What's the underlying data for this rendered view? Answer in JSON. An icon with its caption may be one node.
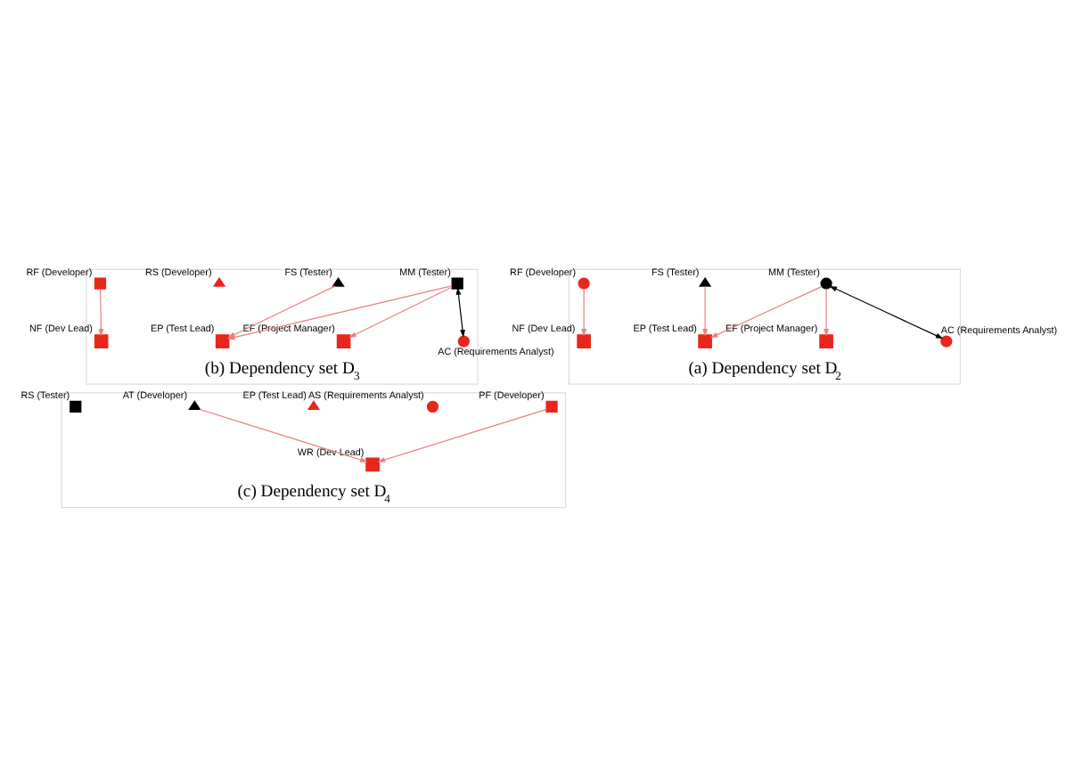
{
  "diagram": {
    "nodes": [
      {
        "text": [
          "(a) Dependency set D$_{2}$"
        ]
      },
      {
        "text": [
          "EF (Project Manager)"
        ],
        "in": 0
      },
      {
        "text": [
          "AC (Requirements Analyst)"
        ],
        "in": 0
      },
      {
        "text": [
          "MM (Tester)"
        ],
        "in": 0
      },
      {
        "text": [
          "RF (Developer)"
        ],
        "in": 0
      },
      {
        "text": [
          "FS (Tester)"
        ],
        "in": 0
      },
      {
        "text": [
          "NF (Dev Lead)"
        ],
        "in": 0
      },
      {
        "text": [
          "EP (Test Lead)"
        ],
        "in": 0
      },
      {
        "text": [
          "(b) Dependency set D$_{3}$"
        ]
      },
      {
        "text": [
          "EF (Project Manager)"
        ],
        "in": 8
      },
      {
        "text": [
          "AC (Requirements Analyst)"
        ],
        "in": 8
      },
      {
        "text": [
          "MM (Tester)"
        ],
        "in": 8
      },
      {
        "text": [
          "RF (Developer)"
        ],
        "in": 8
      },
      {
        "text": [
          "RS (Developer)"
        ],
        "in": 8
      },
      {
        "text": [
          "FS (Tester)"
        ],
        "in": 8
      },
      {
        "text": [
          "NF (Dev Lead)"
        ],
        "in": 8
      },
      {
        "text": [
          "EP (Test Lead)"
        ],
        "in": 8
      },
      {
        "text": [
          "(c) Dependency set D$_{4}$"
        ]
      },
      {
        "text": [
          "PF (Developer)"
        ],
        "in": 17
      },
      {
        "text": [
          "AS (Requirements Analyst)"
        ],
        "in": 17
      },
      {
        "text": [
          "WR (Dev Lead)"
        ],
        "in": 17
      },
      {
        "text": [
          "EP (Test Lead)"
        ],
        "in": 17
      },
      {
        "text": [
          "AT (Developer)"
        ],
        "in": 17
      },
      {
        "text": [
          "RS (Tester)"
        ],
        "in": 17
      }
    ],
    "edges": [
      {
        "from": 3,
        "to": 1,
        "arrow": "to"
      },
      {
        "from": 3,
        "to": 2,
        "arrow": "both",
        "color": "#000000"
      },
      {
        "from": 3,
        "to": 7,
        "arrow": "to"
      },
      {
        "from": 5,
        "to": 7,
        "arrow": "to"
      },
      {
        "from": 4,
        "to": 6,
        "arrow": "to"
      },
      {
        "from": 11,
        "to": 9,
        "arrow": "to"
      },
      {
        "from": 11,
        "to": 10,
        "arrow": "both",
        "color": "#000000"
      },
      {
        "from": 11,
        "to": 16,
        "arrow": "to"
      },
      {
        "from": 14,
        "to": 16,
        "arrow": "to"
      },
      {
        "from": 12,
        "to": 15,
        "arrow": "to"
      },
      {
        "from": 18,
        "to": 20,
        "arrow": "to"
      },
      {
        "from": 22,
        "to": 20,
        "arrow": "to"
      }
    ]
  }
}
